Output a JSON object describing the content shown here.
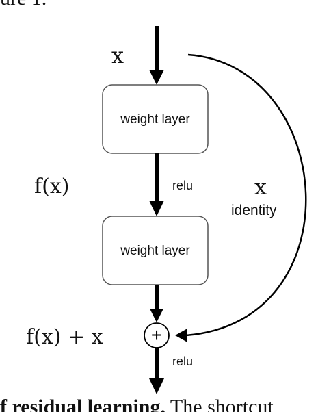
{
  "header_fragment": "ure 1.",
  "footer_fragment": {
    "bold": "f residual learning.",
    "rest": " The shortcut"
  },
  "diagram": {
    "input_label": "x",
    "weight_layer_1": "weight layer",
    "weight_layer_2": "weight layer",
    "fx_label": "f(x)",
    "relu_label_1": "relu",
    "identity_x_label": "x",
    "identity_label": "identity",
    "sum_label": "f(x) + x",
    "plus_symbol": "+",
    "relu_label_2": "relu"
  }
}
